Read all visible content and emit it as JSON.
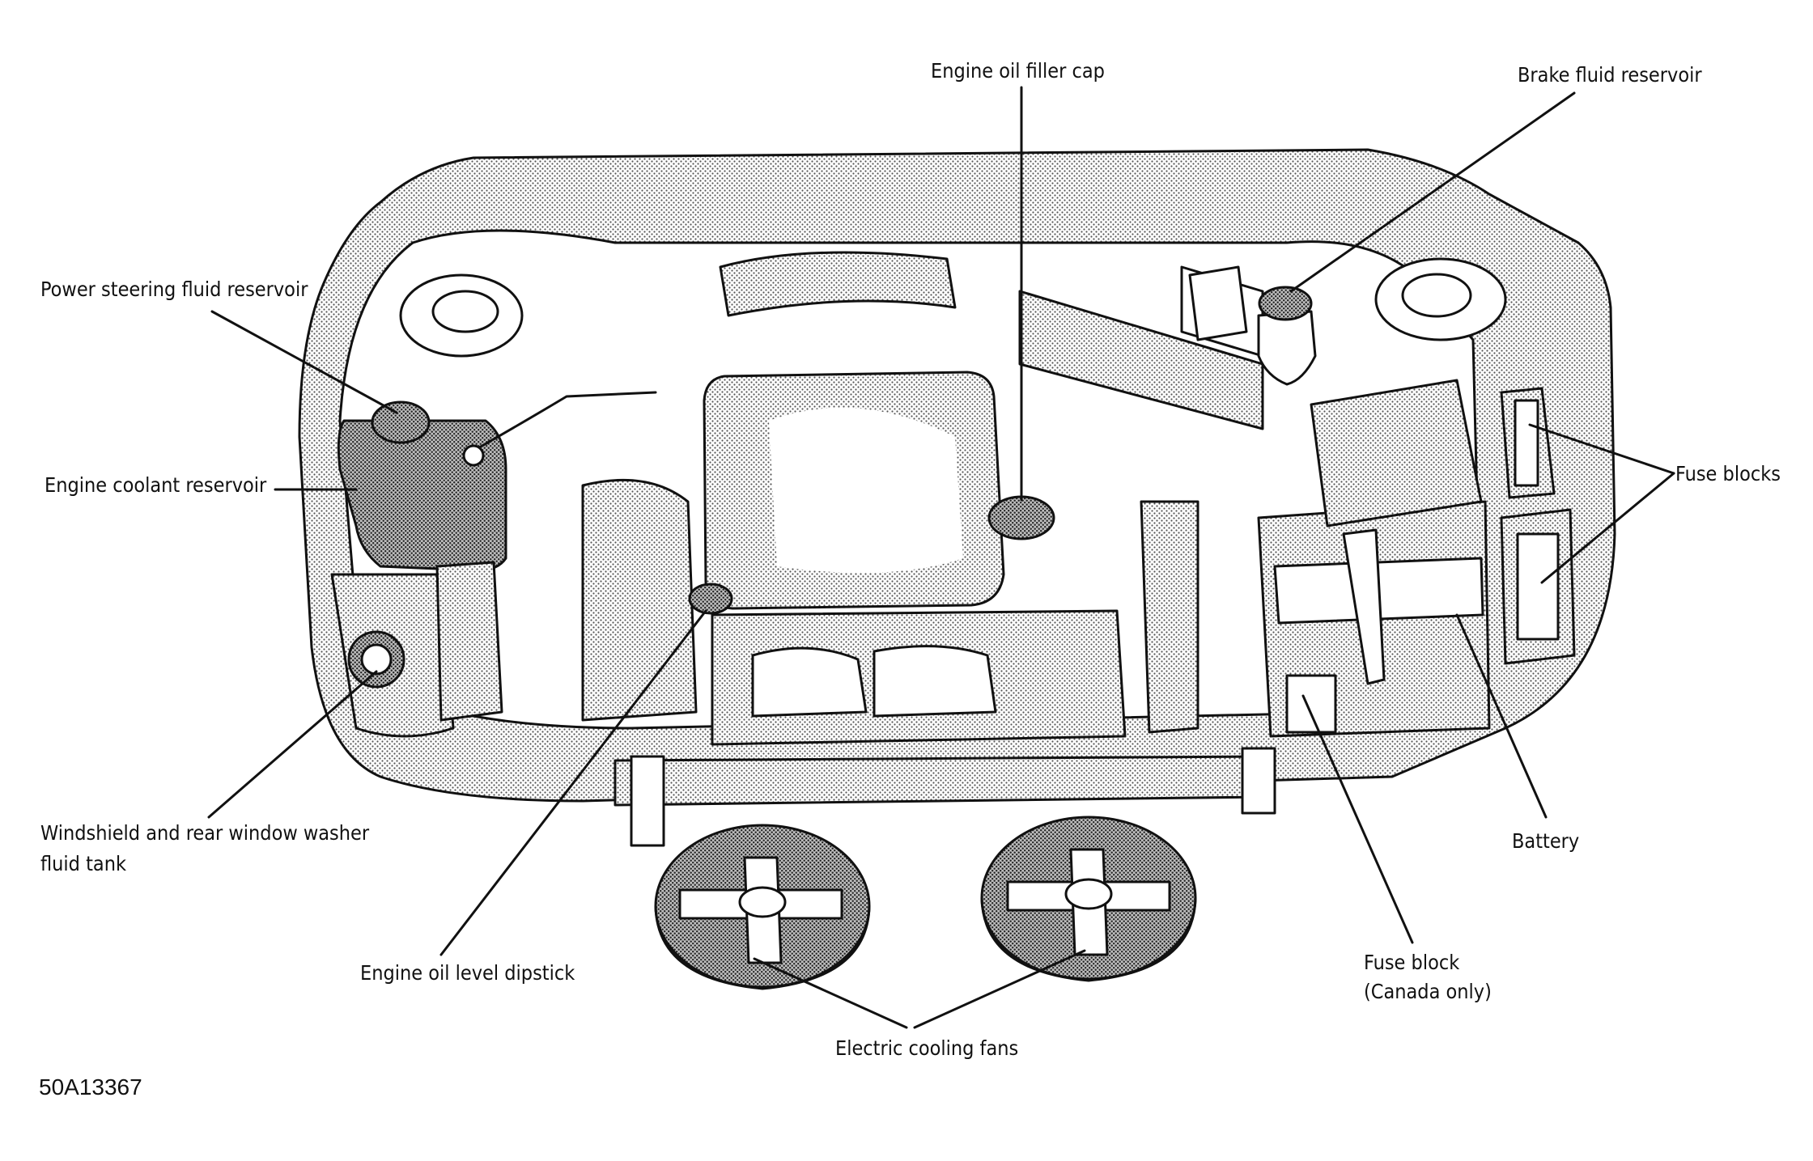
{
  "figure": {
    "id": "50A13367",
    "labels": {
      "engine_oil_filler_cap": "Engine oil filler cap",
      "brake_fluid_reservoir": "Brake fluid reservoir",
      "power_steering_fluid_reservoir": "Power steering fluid reservoir",
      "engine_coolant_reservoir": "Engine coolant reservoir",
      "fuse_blocks": "Fuse blocks",
      "windshield_washer_line1": "Windshield and rear window washer",
      "windshield_washer_line2": "fluid tank",
      "battery": "Battery",
      "engine_oil_level_dipstick": "Engine oil level dipstick",
      "fuse_block_line1": "Fuse block",
      "fuse_block_line2": "(Canada only)",
      "electric_cooling_fans": "Electric cooling fans"
    }
  }
}
